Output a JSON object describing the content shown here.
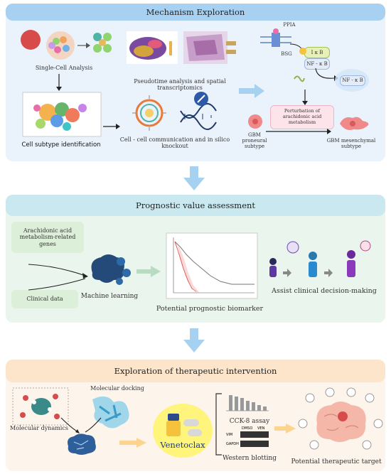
{
  "colors": {
    "panel1_bg": "#eaf2fb",
    "panel1_header": "#a8d0f1",
    "panel2_bg": "#eaf5ee",
    "panel2_header": "#c9e8ef",
    "panel3_bg": "#fdf4ec",
    "panel3_header": "#fde5cc",
    "arrow_blue": "#a7d1f0",
    "arrow_green": "#b7dcc2",
    "arrow_yellow": "#fcd48f",
    "venetoclax_glow": "#fff46a"
  },
  "section1": {
    "title": "Mechanism Exploration",
    "single_cell": "Single-Cell Analysis",
    "pseudotime": "Pseudotime analysis and spatial transcriptomics",
    "cell_subtype": "Cell subtype identification",
    "cell_comm": "Cell - cell communication and in silico knockout",
    "ppia": "PPIA",
    "bsg": "BSG",
    "ikb": "I κ B",
    "nfkb": "NF - κ B",
    "nfkb2": "NF - κ B",
    "perturbation": "Perturbation of arachidonic acid metabolism",
    "gbm_pro": "GBM proneural subtype",
    "gbm_mes": "GBM mesenchymal subtype"
  },
  "section2": {
    "title": "Prognostic value assessment",
    "genes_box": "Arachidonic acid metabolism-related genes",
    "clinical_box": "Clinical data",
    "ml": "Machine learning",
    "biomarker": "Potential prognostic biomarker",
    "decision": "Assist clinical decision-making"
  },
  "section3": {
    "title": "Exploration of therapeutic intervention",
    "docking": "Molecular docking",
    "dynamics": "Molecular dynamics",
    "drug": "Venetoclax",
    "cck8": "CCK-8 assay",
    "western": "Western blotting",
    "target": "Potential therapeutic target",
    "wb_vim": "VIM",
    "wb_gapdh": "GAPDH",
    "wb_dmso": "DMSO",
    "wb_ven": "VEN"
  }
}
